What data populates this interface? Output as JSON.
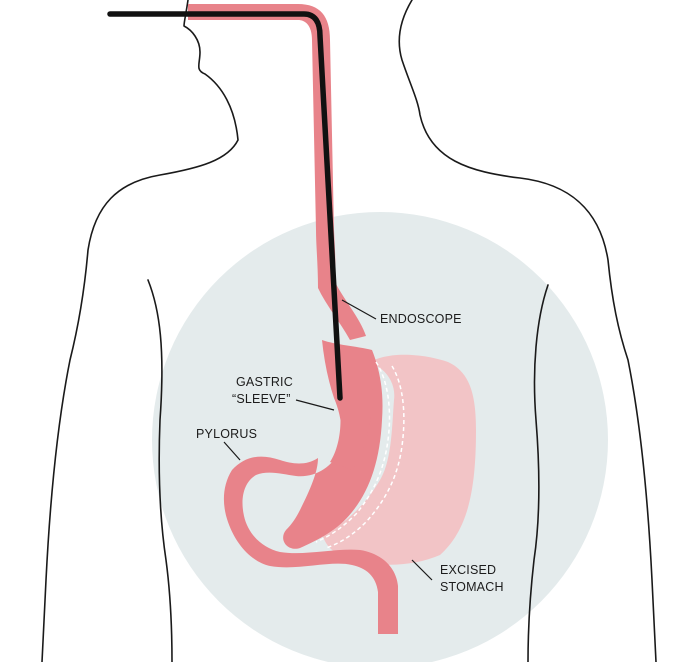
{
  "labels": {
    "endoscope": "ENDOSCOPE",
    "gastric_line1": "GASTRIC",
    "gastric_line2": "“SLEEVE”",
    "pylorus": "PYLORUS",
    "excised_line1": "EXCISED",
    "excised_line2": "STOMACH"
  },
  "colors": {
    "background": "#ffffff",
    "circle": "#e4ebec",
    "tract": "#e8838a",
    "excised": "#f2c4c6",
    "endoscope": "#111111",
    "outline": "#1a1a1a"
  }
}
